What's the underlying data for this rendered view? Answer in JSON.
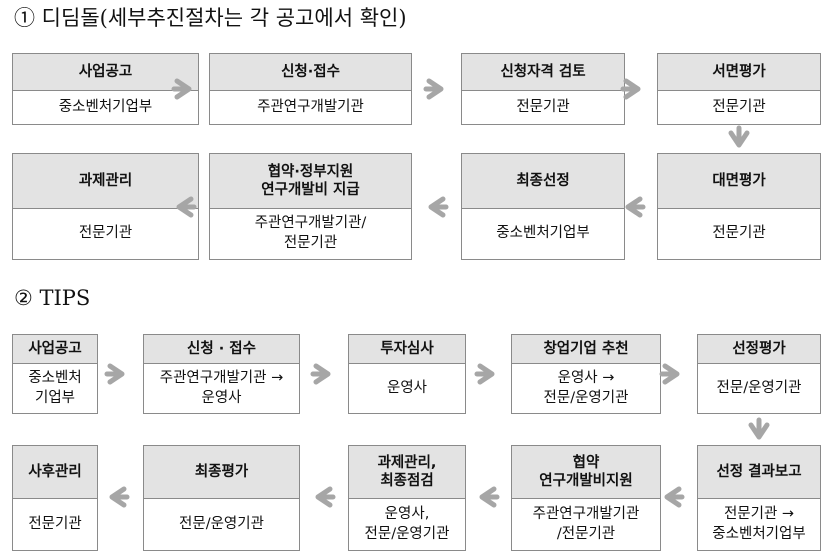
{
  "section1": {
    "title": "① 디딤돌(세부추진절차는 각 공고에서 확인)",
    "row1": [
      {
        "head": [
          "사업공고"
        ],
        "body": [
          "중소벤처기업부"
        ]
      },
      {
        "head": [
          "신청·접수"
        ],
        "body": [
          "주관연구개발기관"
        ]
      },
      {
        "head": [
          "신청자격 검토"
        ],
        "body": [
          "전문기관"
        ]
      },
      {
        "head": [
          "서면평가"
        ],
        "body": [
          "전문기관"
        ]
      }
    ],
    "row2": [
      {
        "head": [
          "과제관리"
        ],
        "body": [
          "전문기관"
        ]
      },
      {
        "head": [
          "협약·정부지원",
          "연구개발비 지급"
        ],
        "body": [
          "주관연구개발기관/",
          "전문기관"
        ]
      },
      {
        "head": [
          "최종선정"
        ],
        "body": [
          "중소벤처기업부"
        ]
      },
      {
        "head": [
          "대면평가"
        ],
        "body": [
          "전문기관"
        ]
      }
    ]
  },
  "section2": {
    "title": "② TIPS",
    "row1": [
      {
        "head": [
          "사업공고"
        ],
        "body": [
          "중소벤처",
          "기업부"
        ]
      },
      {
        "head": [
          "신청 · 접수"
        ],
        "body": [
          "주관연구개발기관 →",
          "운영사"
        ]
      },
      {
        "head": [
          "투자심사"
        ],
        "body": [
          "운영사"
        ]
      },
      {
        "head": [
          "창업기업 추천"
        ],
        "body": [
          "운영사 →",
          "전문/운영기관"
        ]
      },
      {
        "head": [
          "선정평가"
        ],
        "body": [
          "전문/운영기관"
        ]
      }
    ],
    "row2": [
      {
        "head": [
          "사후관리"
        ],
        "body": [
          "전문기관"
        ]
      },
      {
        "head": [
          "최종평가"
        ],
        "body": [
          "전문/운영기관"
        ]
      },
      {
        "head": [
          "과제관리,",
          "최종점검"
        ],
        "body": [
          "운영사,",
          "전문/운영기관"
        ]
      },
      {
        "head": [
          "협약",
          "연구개발비지원"
        ],
        "body": [
          "주관연구개발기관",
          "/전문기관"
        ]
      },
      {
        "head": [
          "선정 결과보고"
        ],
        "body": [
          "전문기관 →",
          "중소벤처기업부"
        ]
      }
    ]
  },
  "colors": {
    "header_bg": "#e3e3e3",
    "border": "#8a8a8a",
    "arrow": "#a6a6a6"
  }
}
